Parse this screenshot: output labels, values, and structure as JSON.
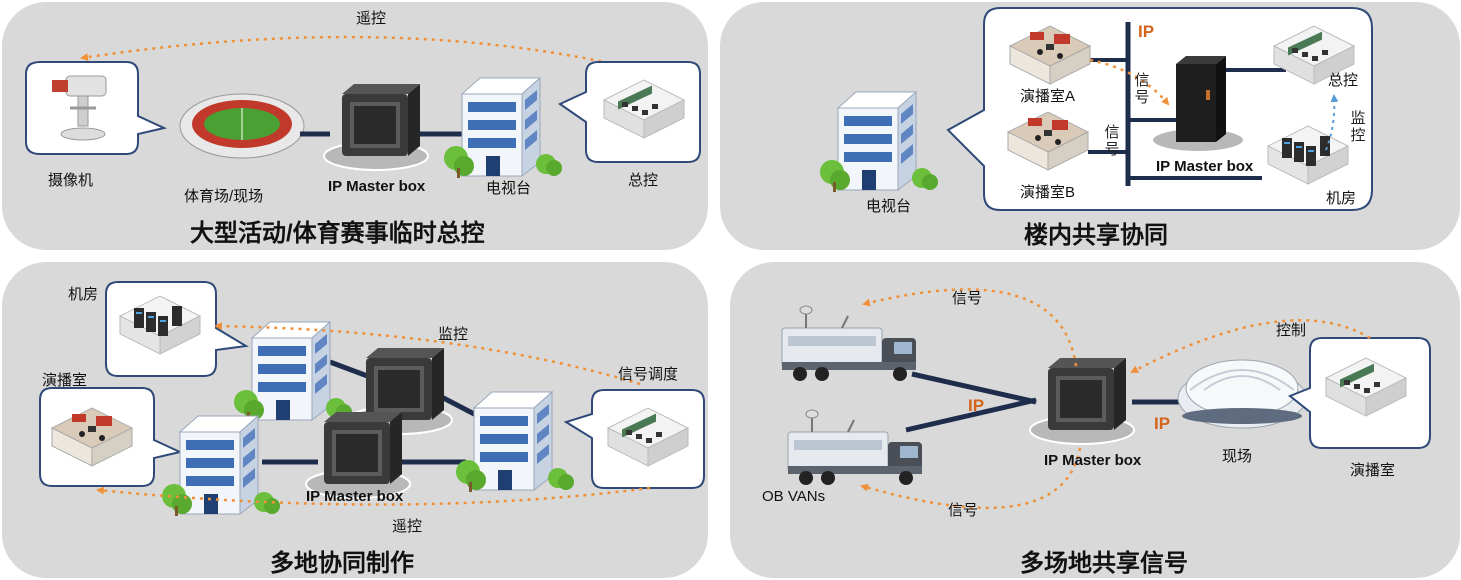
{
  "panels": [
    {
      "title": "大型活动/体育赛事临时总控",
      "labels": {
        "camera": "摄像机",
        "stadium": "体育场/现场",
        "box": "IP Master box",
        "tv": "电视台",
        "control": "总控",
        "remote": "遥控"
      }
    },
    {
      "title": "楼内共享协同",
      "labels": {
        "tv": "电视台",
        "studio_a": "演播室A",
        "studio_b": "演播室B",
        "ip": "IP",
        "signal_1": "信号",
        "signal_2": "信号",
        "box": "IP Master box",
        "control": "总控",
        "monitor": "监控",
        "machine_room": "机房"
      }
    },
    {
      "title": "多地协同制作",
      "labels": {
        "machine_room": "机房",
        "studio": "演播室",
        "monitor": "监控",
        "dispatch": "信号调度",
        "box": "IP Master box",
        "remote": "遥控"
      }
    },
    {
      "title": "多场地共享信号",
      "labels": {
        "signal_top": "信号",
        "control": "控制",
        "ip_1": "IP",
        "ip_2": "IP",
        "box": "IP Master box",
        "site": "现场",
        "studio": "演播室",
        "ob_vans": "OB VANs",
        "signal_bottom": "信号"
      }
    }
  ],
  "colors": {
    "panel_bg": "#d9d9d9",
    "frame_blue": "#2f4a78",
    "link_navy": "#1f2d4d",
    "dashed_orange": "#f0913a",
    "dashed_blue": "#5b9bd5",
    "ip_orange": "#d4641a"
  }
}
